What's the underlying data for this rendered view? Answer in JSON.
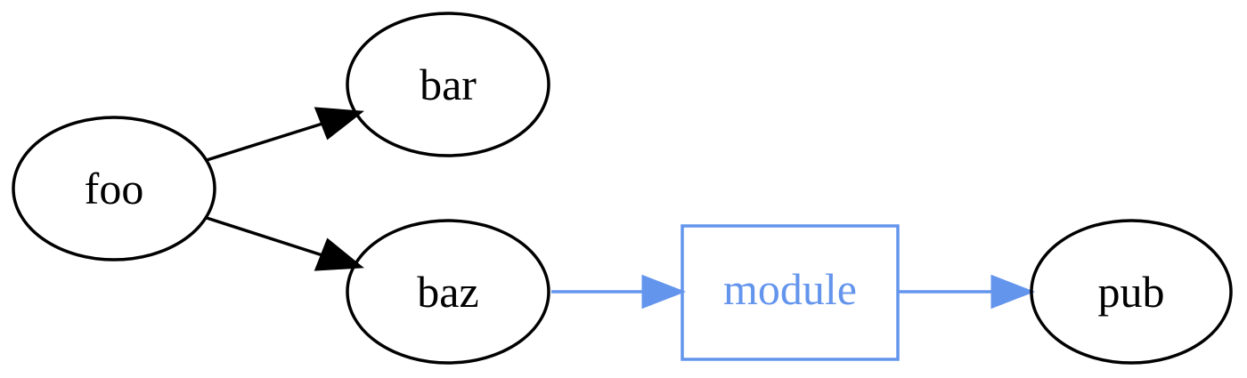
{
  "diagram": {
    "colors": {
      "default": "#000000",
      "accent": "#6495ed",
      "background": "#ffffff"
    },
    "nodes": {
      "foo": {
        "label": "foo",
        "shape": "ellipse",
        "color": "default"
      },
      "bar": {
        "label": "bar",
        "shape": "ellipse",
        "color": "default"
      },
      "baz": {
        "label": "baz",
        "shape": "ellipse",
        "color": "default"
      },
      "module": {
        "label": "module",
        "shape": "box",
        "color": "accent"
      },
      "pub": {
        "label": "pub",
        "shape": "ellipse",
        "color": "default"
      }
    },
    "edges": [
      {
        "from": "foo",
        "to": "bar",
        "color": "default"
      },
      {
        "from": "foo",
        "to": "baz",
        "color": "default"
      },
      {
        "from": "baz",
        "to": "module",
        "color": "accent"
      },
      {
        "from": "module",
        "to": "pub",
        "color": "accent"
      }
    ]
  }
}
